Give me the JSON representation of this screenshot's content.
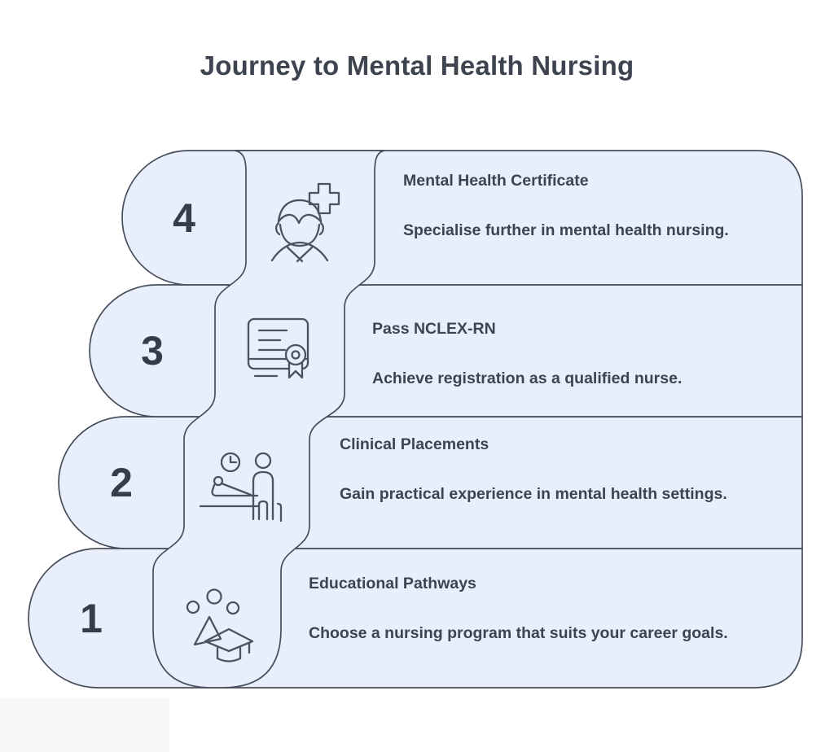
{
  "title": "Journey to Mental Health Nursing",
  "steps": [
    {
      "number": "4",
      "title": "Mental Health Certificate",
      "description": "Specialise further in mental health nursing.",
      "icon": "nurse-with-medical-cross-icon"
    },
    {
      "number": "3",
      "title": "Pass NCLEX-RN",
      "description": "Achieve registration as a qualified nurse.",
      "icon": "certificate-with-ribbon-icon"
    },
    {
      "number": "2",
      "title": "Clinical Placements",
      "description": "Gain practical experience in mental health settings.",
      "icon": "patient-care-clock-icon"
    },
    {
      "number": "1",
      "title": "Educational Pathways",
      "description": "Choose a nursing program that suits your career goals.",
      "icon": "graduation-cap-icon"
    }
  ],
  "colors": {
    "background": "#ffffff",
    "shape_fill": "#e9eefb",
    "outline": "#474e5b",
    "text": "#3d4450"
  }
}
